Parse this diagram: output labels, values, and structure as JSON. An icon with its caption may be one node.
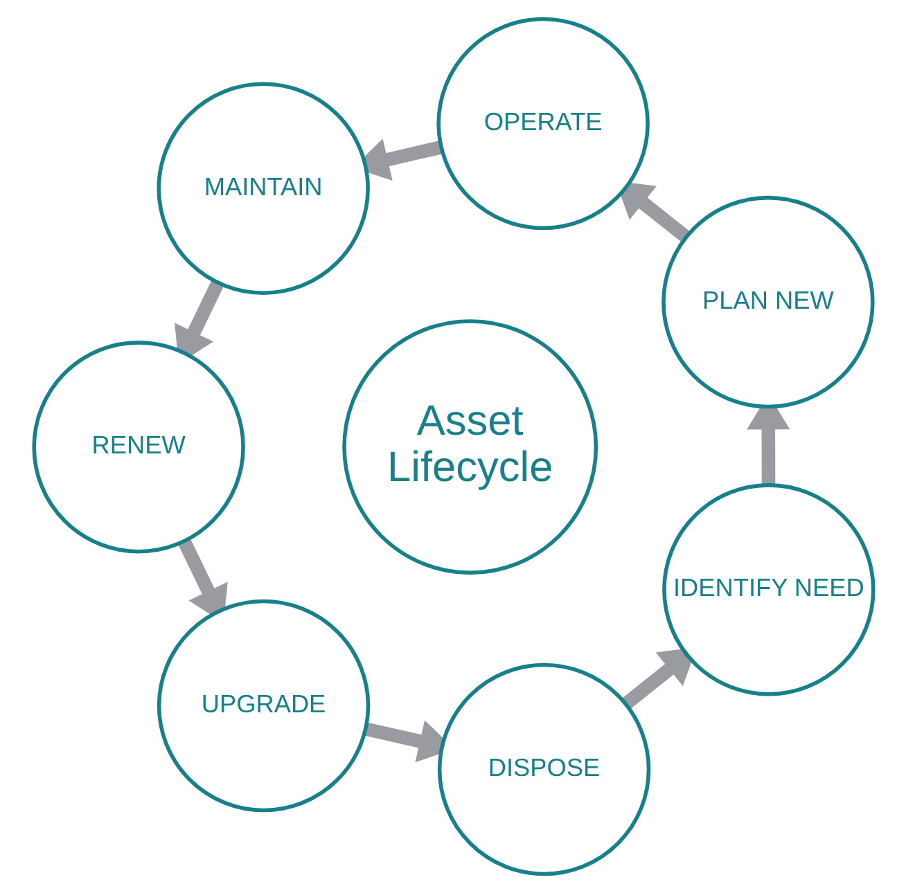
{
  "diagram": {
    "nodes": [
      {
        "text": [
          "Asset Lifecycle"
        ]
      },
      {
        "text": [
          "IDENTIFY NEED"
        ]
      },
      {
        "text": [
          "PLAN NEW"
        ]
      },
      {
        "text": [
          "OPERATE"
        ]
      },
      {
        "text": [
          "MAINTAIN"
        ]
      },
      {
        "text": [
          "RENEW"
        ]
      },
      {
        "text": [
          "UPGRADE"
        ]
      },
      {
        "text": [
          "DISPOSE"
        ]
      }
    ],
    "edges": [
      {
        "from": 1,
        "to": 2,
        "arrow": "to"
      },
      {
        "from": 2,
        "to": 3,
        "arrow": "to"
      },
      {
        "from": 3,
        "to": 4,
        "arrow": "to"
      },
      {
        "from": 4,
        "to": 5,
        "arrow": "to"
      },
      {
        "from": 5,
        "to": 6,
        "arrow": "to"
      },
      {
        "from": 6,
        "to": 7,
        "arrow": "to"
      },
      {
        "from": 7,
        "to": 1,
        "arrow": "to"
      }
    ]
  }
}
